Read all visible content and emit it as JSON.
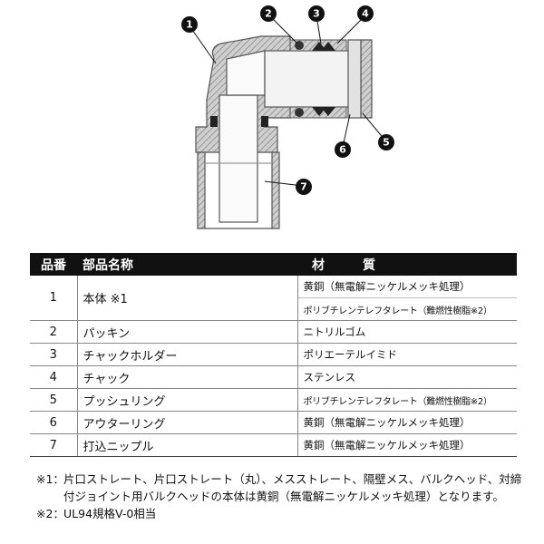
{
  "figure": {
    "callouts": [
      {
        "label": "1",
        "part": "本体"
      },
      {
        "label": "2",
        "part": "パッキン"
      },
      {
        "label": "3",
        "part": "チャックホルダー"
      },
      {
        "label": "4",
        "part": "チャック"
      },
      {
        "label": "5",
        "part": "プッシュリング"
      },
      {
        "label": "6",
        "part": "アウターリング"
      },
      {
        "label": "7",
        "part": "打込ニップル"
      }
    ]
  },
  "table": {
    "headers": {
      "no": "品番",
      "name": "部品名称",
      "material": "材　質"
    },
    "rows": [
      {
        "no": "1",
        "name": "本体 ※1",
        "material": "黄銅（無電解ニッケルメッキ処理）",
        "material2": "ポリブチレンテレフタレート（難燃性樹脂※2）"
      },
      {
        "no": "2",
        "name": "パッキン",
        "material": "ニトリルゴム"
      },
      {
        "no": "3",
        "name": "チャックホルダー",
        "material": "ポリエーテルイミド"
      },
      {
        "no": "4",
        "name": "チャック",
        "material": "ステンレス"
      },
      {
        "no": "5",
        "name": "プッシュリング",
        "material": "ポリブチレンテレフタレート（難燃性樹脂※2）"
      },
      {
        "no": "6",
        "name": "アウターリング",
        "material": "黄銅（無電解ニッケルメッキ処理）"
      },
      {
        "no": "7",
        "name": "打込ニップル",
        "material": "黄銅（無電解ニッケルメッキ処理）"
      }
    ]
  },
  "notes": [
    {
      "mark": "※1：",
      "text": "片口ストレート、片口ストレート（丸）、メスストレート、隔壁メス、バルクヘッド、対締付ジョイント用バルクヘッドの本体は黄銅（無電解ニッケルメッキ処理）となります。"
    },
    {
      "mark": "※2：",
      "text": "UL94規格V-0相当"
    }
  ]
}
